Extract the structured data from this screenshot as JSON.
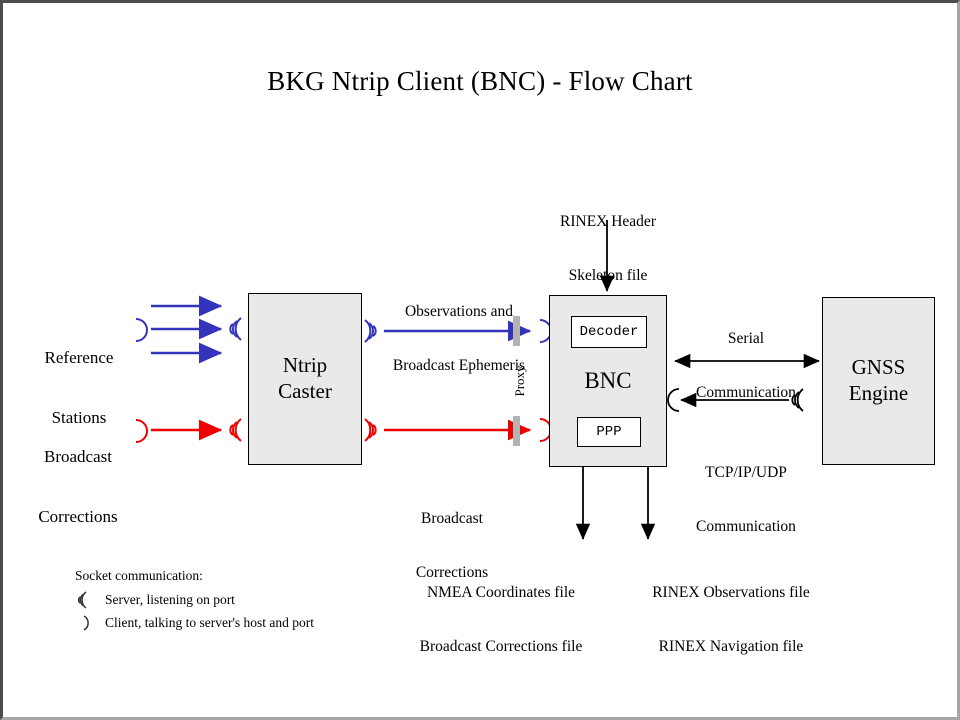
{
  "title": "BKG Ntrip Client (BNC)  -  Flow Chart",
  "nodes": {
    "caster": {
      "line1": "Ntrip",
      "line2": "Caster",
      "name": "Ntrip Caster"
    },
    "bnc": {
      "label": "BNC",
      "decoder": "Decoder",
      "ppp": "PPP"
    },
    "gnss": {
      "line1": "GNSS",
      "line2": "Engine"
    }
  },
  "labels": {
    "reference_stations": {
      "line1": "Reference",
      "line2": "Stations"
    },
    "broadcast_corrections_in": {
      "line1": "Broadcast",
      "line2": "Corrections"
    },
    "observations": {
      "line1": "Observations and",
      "line2": "Broadcast Ephemeris"
    },
    "broadcast_corrections_mid": {
      "line1": "Broadcast",
      "line2": "Corrections"
    },
    "rinex_header": {
      "line1": "RINEX Header",
      "line2": "Skeleton file"
    },
    "serial": {
      "line1": "Serial",
      "line2": "Communication"
    },
    "tcpip": {
      "line1": "TCP/IP/UDP",
      "line2": "Communication"
    },
    "out_left": {
      "line1": "NMEA Coordinates file",
      "line2": "Broadcast Corrections file"
    },
    "out_right": {
      "line1": "RINEX Observations file",
      "line2": "RINEX Navigation file"
    },
    "proxy": "Proxy"
  },
  "legend": {
    "title": "Socket communication:",
    "server": "Server, listening  on port",
    "client": "Client, talking to server's host and port",
    "server_icon": "antenna-server-icon",
    "client_icon": "client-paren-icon"
  },
  "colors": {
    "observation_blue": "#3333bb",
    "correction_red": "#ee0000",
    "box_fill": "#e9e9e9",
    "proxy_gray": "#b3b3b3",
    "frame_dark": "#4d4d4d",
    "frame_light": "#a6a6a6",
    "stroke_black": "#000000"
  },
  "icons": {
    "antenna": "antenna-waves-icon",
    "client": "client-paren-icon",
    "arrow": "arrow-head-icon"
  }
}
